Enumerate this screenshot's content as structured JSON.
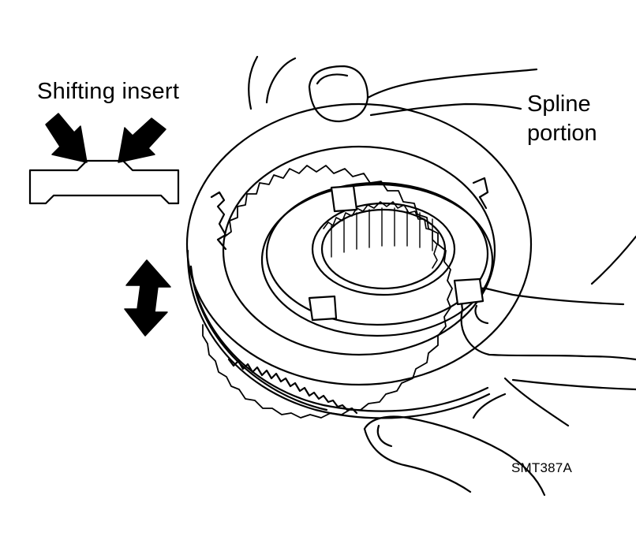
{
  "figure": {
    "code": "SMT387A"
  },
  "labels": {
    "shifting_insert": "Shifting insert",
    "spline_portion_line1": "Spline",
    "spline_portion_line2": "portion"
  },
  "colors": {
    "ink": "#000000",
    "paper": "#ffffff"
  },
  "icons": {
    "press_arrows": "pair of filled arrows pointing down-inward",
    "slide_arrow": "filled double-headed vertical arrow"
  }
}
